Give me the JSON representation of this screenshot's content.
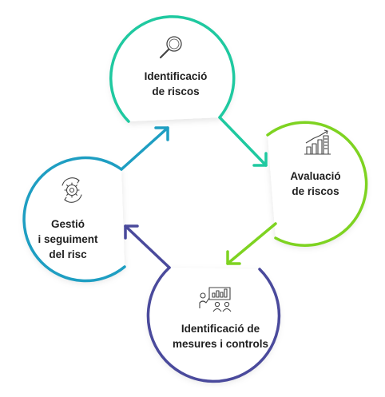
{
  "steps": [
    {
      "line1": "Identificació",
      "line2": "de riscos",
      "color": "#1fc9a0",
      "icon": "magnifier-icon"
    },
    {
      "line1": "Avaluació",
      "line2": "de riscos",
      "color": "#7ed321",
      "icon": "bar-chart-icon"
    },
    {
      "line1": "Identificació de",
      "line2": "mesures i controls",
      "color": "#4a4a9c",
      "icon": "presentation-team-icon"
    },
    {
      "line1": "Gestió",
      "line2": "i seguiment",
      "line3": "del risc",
      "color": "#1e9ec2",
      "icon": "gear-cycle-icon"
    }
  ],
  "arrows": [
    {
      "from": 0,
      "to": 1,
      "color": "#1fc9a0"
    },
    {
      "from": 1,
      "to": 2,
      "color": "#7ed321"
    },
    {
      "from": 2,
      "to": 3,
      "color": "#4a4a9c"
    },
    {
      "from": 3,
      "to": 0,
      "color": "#1e9ec2"
    }
  ]
}
